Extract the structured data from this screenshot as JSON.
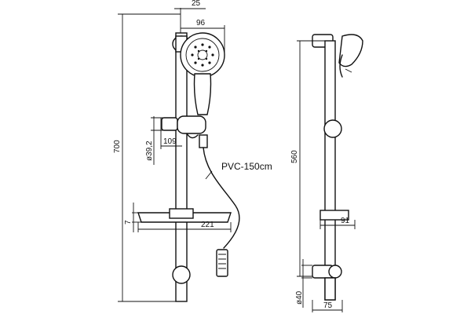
{
  "dimensions": {
    "top_offset": "25",
    "head_width": "96",
    "total_height": "700",
    "holder_depth": "109",
    "holder_diameter": "ø39,2",
    "shelf_width": "221",
    "shelf_height": "7",
    "bar_height": "560",
    "shelf_depth": "91",
    "bracket_diameter": "ø40",
    "bracket_depth": "75"
  },
  "labels": {
    "hose": "PVC-150cm"
  }
}
